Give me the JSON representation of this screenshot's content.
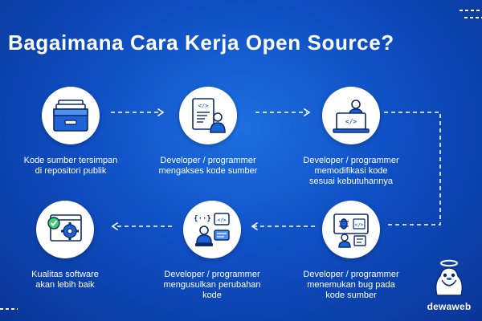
{
  "title": "Bagaimana Cara Kerja Open Source?",
  "brand": {
    "name": "dewaweb",
    "icon": "dewaweb-mascot-icon"
  },
  "colors": {
    "background_center": "#1d6fe0",
    "background_edge": "#0a3596",
    "icon_accent": "#1e63d6",
    "icon_dark": "#0b2a6b",
    "check_green": "#3ecf6a"
  },
  "steps": [
    {
      "label": "Kode sumber tersimpan\ndi repositori publik",
      "icon": "repository-archive-icon"
    },
    {
      "label": "Developer / programmer\nmengakses kode sumber",
      "icon": "code-document-developer-icon"
    },
    {
      "label": "Developer / programmer\nmemodifikasi kode\nsesuai kebutuhannya",
      "icon": "developer-at-computer-icon"
    },
    {
      "label": "Developer / programmer\nmenemukan bug pada\nkode sumber",
      "icon": "bug-found-computer-icon"
    },
    {
      "label": "Developer / programmer\nmengusulkan perubahan\nkode",
      "icon": "code-proposal-icon"
    },
    {
      "label": "Kualitas software\nakan lebih baik",
      "icon": "software-quality-gear-check-icon"
    }
  ]
}
